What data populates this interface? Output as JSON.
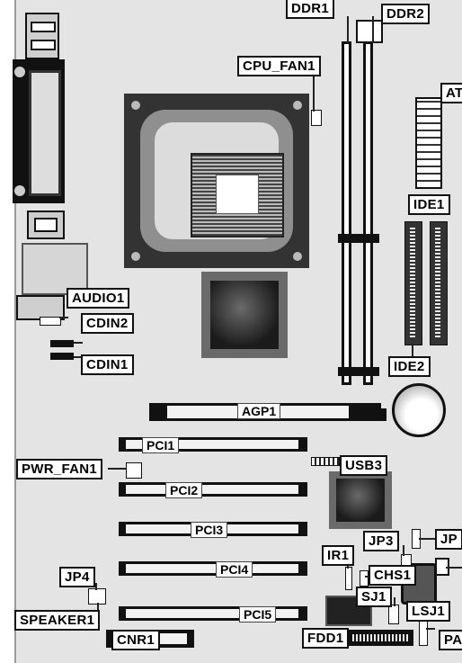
{
  "labels": {
    "ddr1": "DDR1",
    "ddr2": "DDR2",
    "cpu_fan1": "CPU_FAN1",
    "at": "AT",
    "ide1": "IDE1",
    "ide2": "IDE2",
    "audio1": "AUDIO1",
    "cdin2": "CDIN2",
    "cdin1": "CDIN1",
    "agp1": "AGP1",
    "pci1": "PCI1",
    "pwr_fan1": "PWR_FAN1",
    "usb3": "USB3",
    "pci2": "PCI2",
    "pci3": "PCI3",
    "jp": "JP",
    "jp3": "JP3",
    "ir1": "IR1",
    "chs1": "CHS1",
    "jp4": "JP4",
    "pci4": "PCI4",
    "sj1": "SJ1",
    "lsj1": "LSJ1",
    "speaker1": "SPEAKER1",
    "pci5": "PCI5",
    "cnr1": "CNR1",
    "fdd1": "FDD1",
    "pa": "PA"
  }
}
